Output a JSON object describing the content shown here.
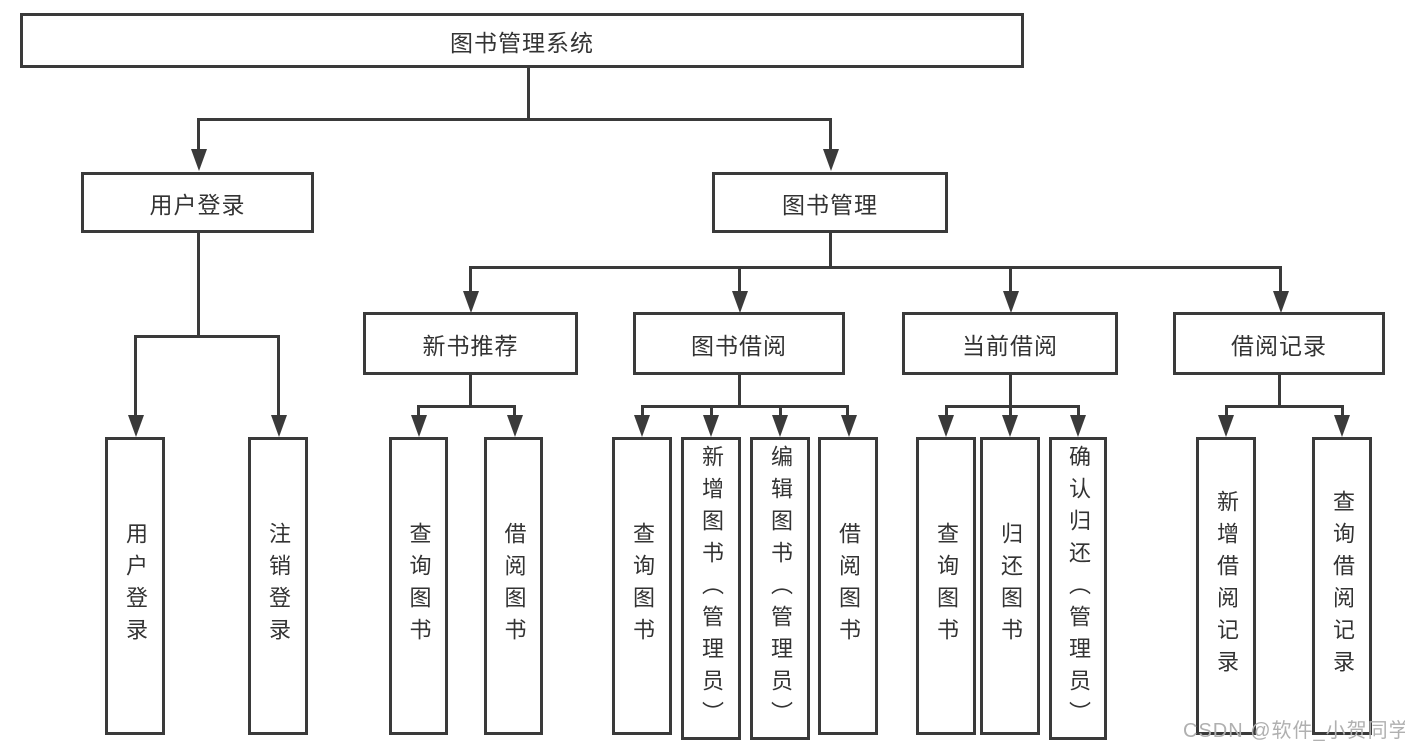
{
  "tree": {
    "label": "图书管理系统",
    "children": [
      {
        "label": "用户登录",
        "leaves": [
          "用户登录",
          "注销登录"
        ]
      },
      {
        "label": "图书管理",
        "children": [
          {
            "label": "新书推荐",
            "leaves": [
              "查询图书",
              "借阅图书"
            ]
          },
          {
            "label": "图书借阅",
            "leaves": [
              "查询图书",
              "新增图书（管理员）",
              "编辑图书（管理员）",
              "借阅图书"
            ]
          },
          {
            "label": "当前借阅",
            "leaves": [
              "查询图书",
              "归还图书",
              "确认归还（管理员）"
            ]
          },
          {
            "label": "借阅记录",
            "leaves": [
              "新增借阅记录",
              "查询借阅记录"
            ]
          }
        ]
      }
    ]
  },
  "watermark": "CSDN @软件_小贺同学",
  "colors": {
    "line": "#3a3a3a",
    "text": "#333333",
    "watermark": "#b0b0b0",
    "background": "#ffffff"
  }
}
